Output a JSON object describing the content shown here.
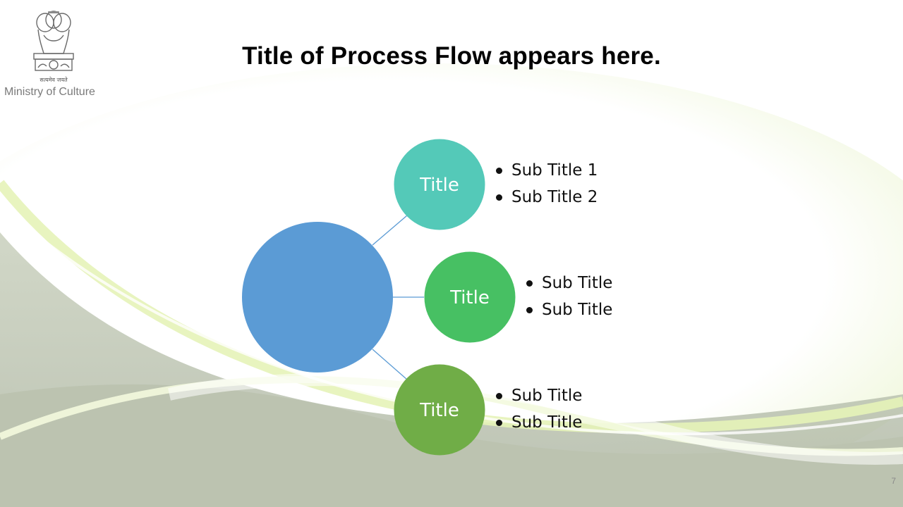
{
  "header": {
    "ministry_label": "Ministry of Culture",
    "emblem_caption": "सत्यमेव जयते",
    "title": "Title of Process Flow appears here."
  },
  "diagram": {
    "hub_color": "#5b9bd5",
    "nodes": [
      {
        "label": "Title",
        "color": "#54c9b8",
        "bullets": [
          "Sub Title 1",
          "Sub Title 2"
        ]
      },
      {
        "label": "Title",
        "color": "#47c063",
        "bullets": [
          "Sub Title",
          "Sub Title"
        ]
      },
      {
        "label": "Title",
        "color": "#70ad47",
        "bullets": [
          "Sub Title",
          "Sub Title"
        ]
      }
    ]
  },
  "footer": {
    "page_number": "7"
  }
}
